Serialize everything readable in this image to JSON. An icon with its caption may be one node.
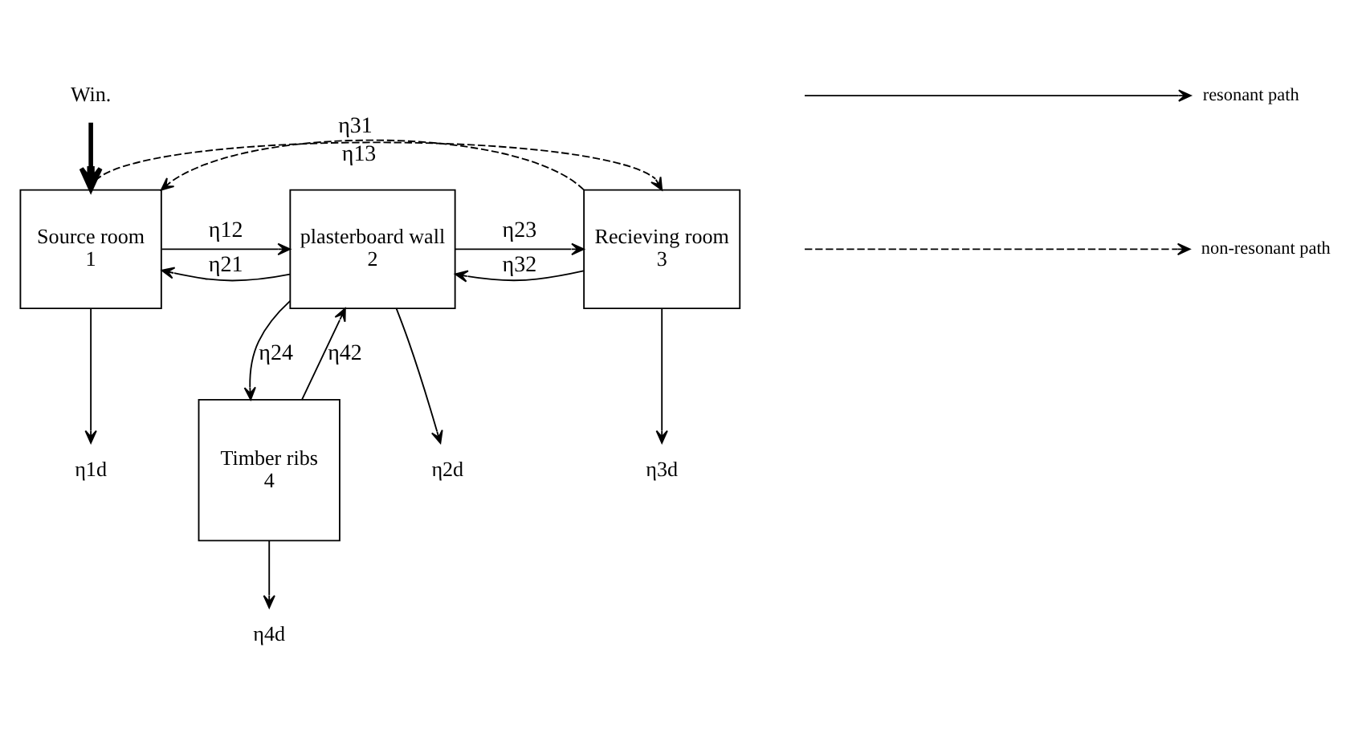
{
  "diagram": {
    "nodes": [
      {
        "text": [
          "Win."
        ]
      },
      {
        "text": [
          "Source room",
          "1"
        ]
      },
      {
        "text": [
          "plasterboard wall",
          "2"
        ]
      },
      {
        "text": [
          "Recieving room",
          "3"
        ]
      },
      {
        "text": [
          "Timber ribs",
          "4"
        ]
      },
      {
        "text": [
          "η1d"
        ]
      },
      {
        "text": [
          "η2d"
        ]
      },
      {
        "text": [
          "η3d"
        ]
      },
      {
        "text": [
          "η4d"
        ]
      }
    ],
    "edges": [
      {
        "from": 0,
        "to": 1,
        "arrow": "to",
        "style": "thick"
      },
      {
        "from": 1,
        "to": 2,
        "arrow": "to",
        "label": "η12"
      },
      {
        "from": 2,
        "to": 1,
        "arrow": "to",
        "label": "η21"
      },
      {
        "from": 2,
        "to": 3,
        "arrow": "to",
        "label": "η23"
      },
      {
        "from": 3,
        "to": 2,
        "arrow": "to",
        "label": "η32"
      },
      {
        "from": 2,
        "to": 4,
        "arrow": "to",
        "label": "η24"
      },
      {
        "from": 4,
        "to": 2,
        "arrow": "to",
        "label": "η42"
      },
      {
        "from": 1,
        "to": 3,
        "arrow": "to",
        "style": "dashed",
        "label": "η13"
      },
      {
        "from": 3,
        "to": 1,
        "arrow": "to",
        "style": "dashed",
        "label": "η31"
      },
      {
        "from": 1,
        "to": 5,
        "arrow": "to"
      },
      {
        "from": 2,
        "to": 6,
        "arrow": "to"
      },
      {
        "from": 3,
        "to": 7,
        "arrow": "to"
      },
      {
        "from": 4,
        "to": 8,
        "arrow": "to"
      }
    ],
    "legend": [
      {
        "text": "resonant path"
      },
      {
        "text": "non-resonant path"
      }
    ]
  }
}
